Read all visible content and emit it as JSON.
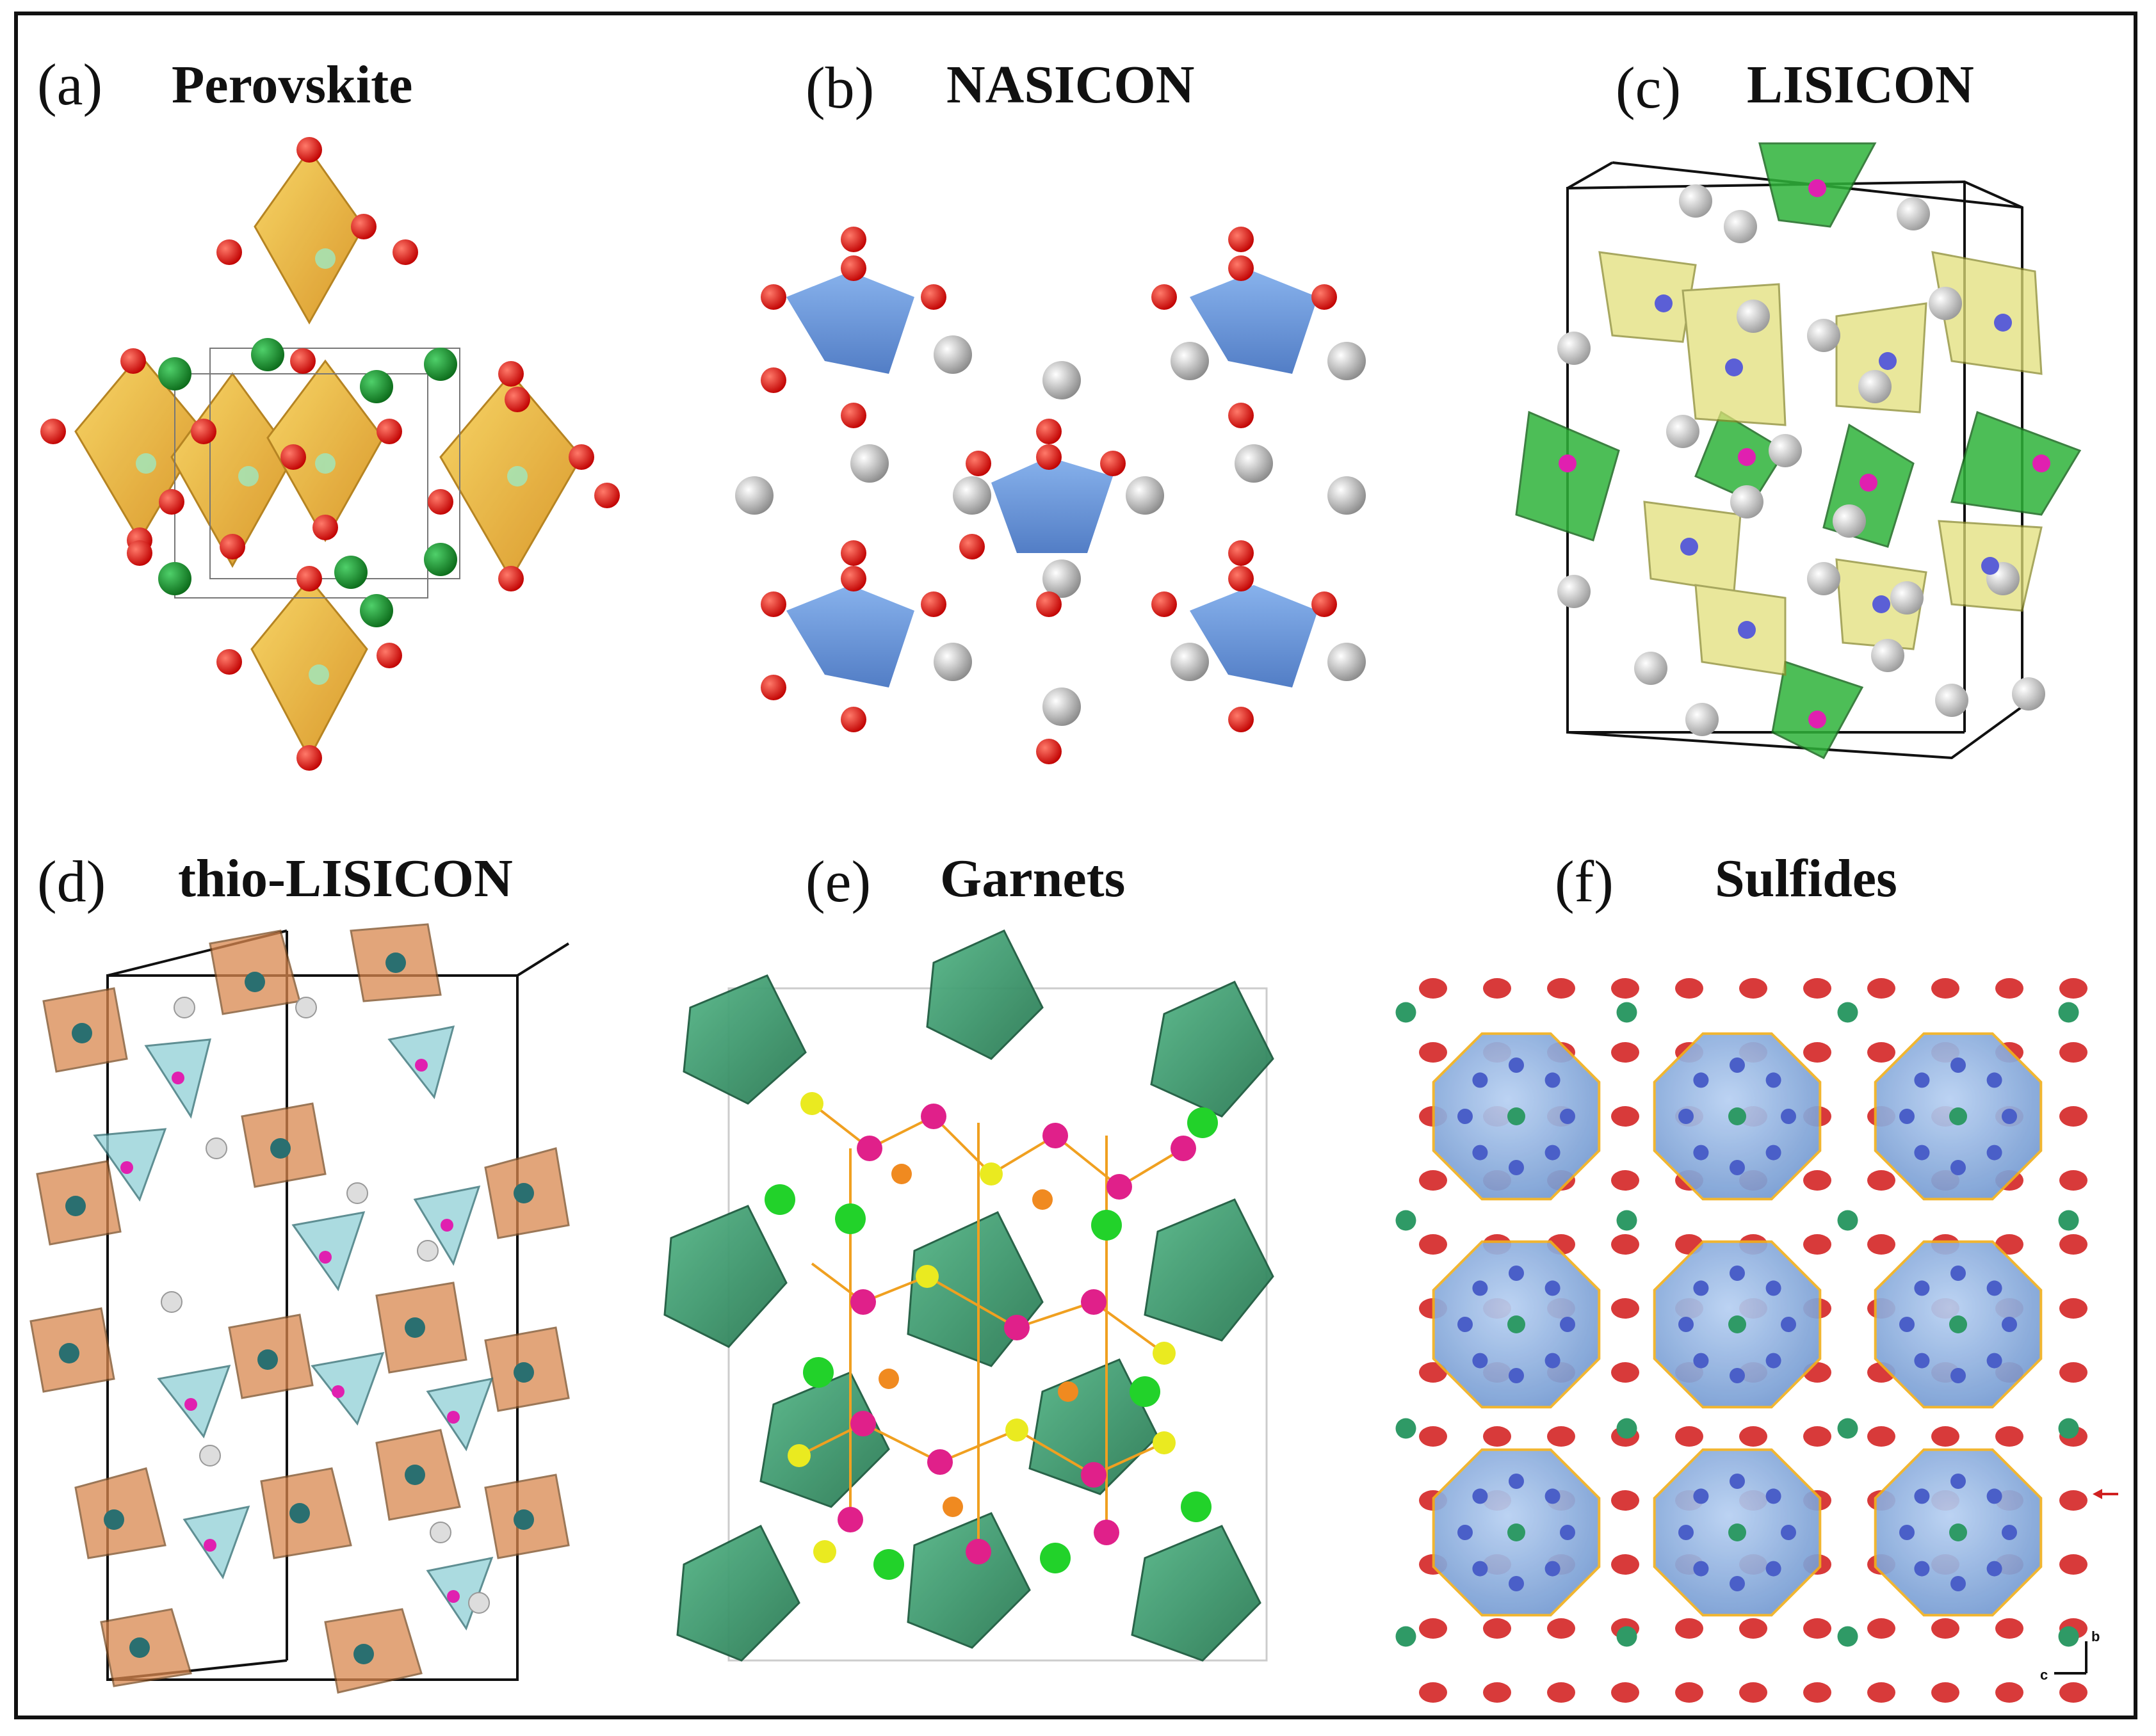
{
  "panels": [
    {
      "label": "(a)",
      "title": "Perovskite"
    },
    {
      "label": "(b)",
      "title": "NASICON"
    },
    {
      "label": "(c)",
      "title": "LISICON"
    },
    {
      "label": "(d)",
      "title": "thio-LISICON"
    },
    {
      "label": "(e)",
      "title": "Garnets"
    },
    {
      "label": "(f)",
      "title": "Sulfides"
    }
  ],
  "axes": {
    "b": "b",
    "c": "c"
  },
  "colors": {
    "frame": "#111111",
    "oxygen": "#e01010",
    "octahedron_gold": "#f0b42a",
    "a_site_green": "#1f8a2a",
    "tetrahedron_blue": "#5b8fd6",
    "grey_atom": "#cfcfcf",
    "green_tetra": "#2fb33a",
    "yellow_tetra": "#e2e07a",
    "orange_poly": "#d9874e",
    "cyan_poly": "#8fd0d6",
    "garnet_green": "#3a9a6e",
    "magenta": "#e0208a",
    "cluster_blue": "#8fb4e6",
    "red_ellipse": "#d83a3a"
  }
}
